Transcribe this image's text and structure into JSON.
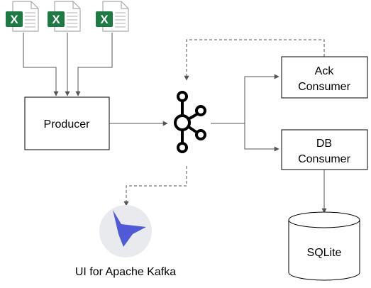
{
  "diagram": {
    "files": [
      {
        "icon": "excel-file-icon",
        "glyph": "X"
      },
      {
        "icon": "excel-file-icon",
        "glyph": "X"
      },
      {
        "icon": "excel-file-icon",
        "glyph": "X"
      }
    ],
    "producer": {
      "label": "Producer"
    },
    "broker": {
      "icon": "kafka-logo-icon"
    },
    "ack_consumer": {
      "line1": "Ack",
      "line2": "Consumer"
    },
    "db_consumer": {
      "line1": "DB",
      "line2": "Consumer"
    },
    "database": {
      "label": "SQLite",
      "icon": "database-cylinder-icon"
    },
    "ui_tool": {
      "label": "UI for Apache Kafka",
      "icon": "kafka-ui-logo-icon"
    },
    "colors": {
      "excel_green": "#1e7a43",
      "file_outline": "#aaaaaa",
      "stroke": "#000000",
      "arrow": "#555555",
      "logo_bg": "#e9eaee",
      "logo_blue": "#5059d6"
    }
  }
}
